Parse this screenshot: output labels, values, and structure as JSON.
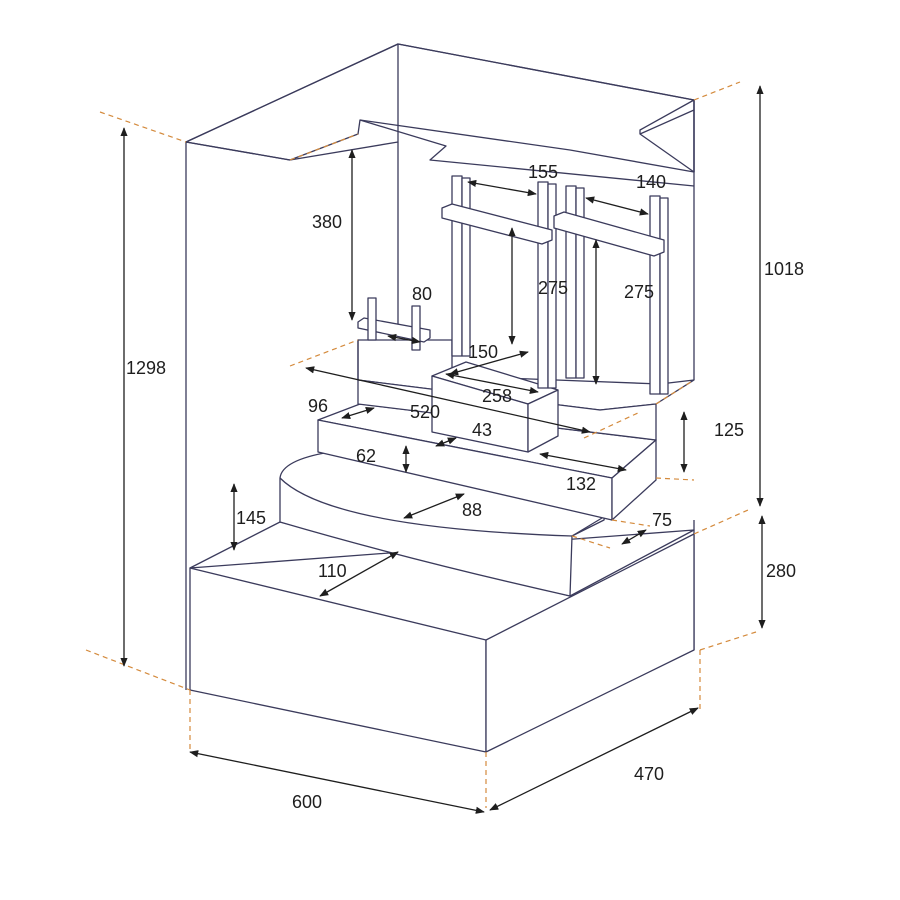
{
  "colors": {
    "line": "#3b3b5c",
    "guide": "#d48a3c",
    "dim": "#1e1e1e",
    "background": "#ffffff"
  },
  "dimensions": {
    "overall_height": "1298",
    "upper_height": "1018",
    "base_height": "280",
    "width": "600",
    "depth": "470",
    "step_height": "125",
    "front_tier_height": "145",
    "shelf_back": "380",
    "rail_width_left": "155",
    "rail_width_right": "140",
    "pillar_left": "275",
    "pillar_right": "275",
    "candle_stand": "80",
    "small_box_w": "150",
    "small_box_d": "258",
    "tier_depth_96": "96",
    "tier_width_520": "520",
    "offset_43": "43",
    "offset_62": "62",
    "tier_width_132": "132",
    "arc_depth": "88",
    "side_75": "75",
    "front_depth": "110"
  }
}
